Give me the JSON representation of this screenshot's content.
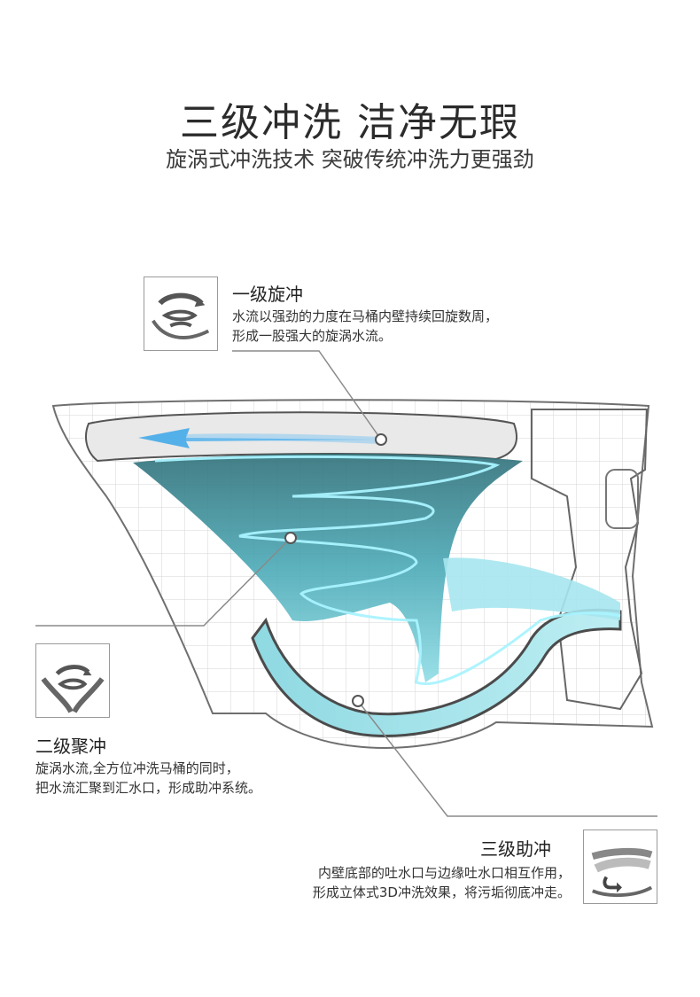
{
  "header": {
    "title": "三级冲洗 洁净无瑕",
    "subtitle": "旋涡式冲洗技术 突破传统冲洗力更强劲"
  },
  "stages": [
    {
      "icon": "swirl-flush-icon",
      "title": "一级旋冲",
      "lines": [
        "水流以强劲的力度在马桶内壁持续回旋数周，",
        "形成一股强大的旋涡水流。"
      ]
    },
    {
      "icon": "focus-flush-icon",
      "title": "二级聚冲",
      "lines": [
        "旋涡水流,全方位冲洗马桶的同时，",
        "把水流汇聚到汇水口，形成助冲系统。"
      ]
    },
    {
      "icon": "jet-flush-icon",
      "title": "三级助冲",
      "lines": [
        "内壁底部的吐水口与边缘吐水口相互作用，",
        "形成立体式3D冲洗效果，将污垢彻底冲走。"
      ]
    }
  ],
  "colors": {
    "water": "#5fc2cf",
    "water_dark": "#2f6f78",
    "arrow": "#3aa6e8",
    "line": "#8a8a8a"
  }
}
